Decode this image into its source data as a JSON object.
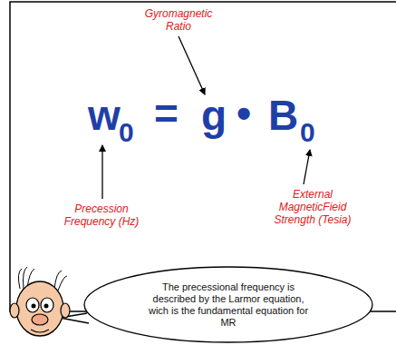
{
  "diagram": {
    "nodes": [
      {
        "text": [
          "The precessional frequency is described by the Larmor equation, wich is the fundamental equation for MR"
        ]
      }
    ],
    "labels": [
      "Gyromagnetic Ratio",
      "w",
      "0",
      "=",
      "g",
      "•",
      "B",
      "0",
      "Precession Frequency (Hz)",
      "External MagneticFieid Strength (Tesia)"
    ]
  }
}
